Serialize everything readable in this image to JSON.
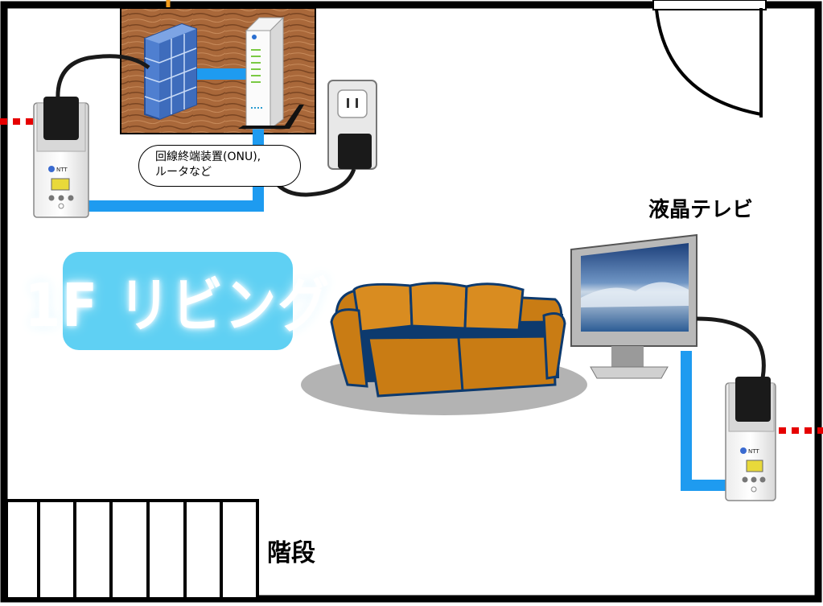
{
  "callout": {
    "line1": "回線終端装置(ONU),",
    "line2": "ルータなど"
  },
  "labels": {
    "tv": "液晶テレビ",
    "stairs": "階段",
    "room": "1F リビング"
  },
  "adapter_brand": "NTT",
  "colors": {
    "lan_cable": "#1e9bf0",
    "power_line_link": "#e60000",
    "room_badge": "#5fd0f3",
    "sofa": "#c97c14",
    "sofa_trim": "#0d3a6e"
  },
  "icons": [
    "onu-icon",
    "router-icon",
    "wall-outlet-icon",
    "plc-adapter-icon",
    "sofa-icon",
    "tv-icon",
    "door-icon",
    "stairs-icon"
  ]
}
